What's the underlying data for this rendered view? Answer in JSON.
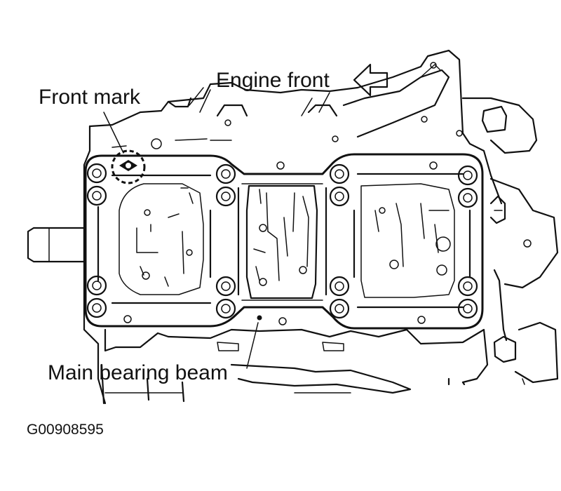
{
  "labels": {
    "engine_front": "Engine front",
    "front_mark": "Front mark",
    "main_bearing_beam": "Main bearing beam",
    "figure_code": "G00908595"
  },
  "colors": {
    "ink": "#111111",
    "background": "#ffffff"
  }
}
